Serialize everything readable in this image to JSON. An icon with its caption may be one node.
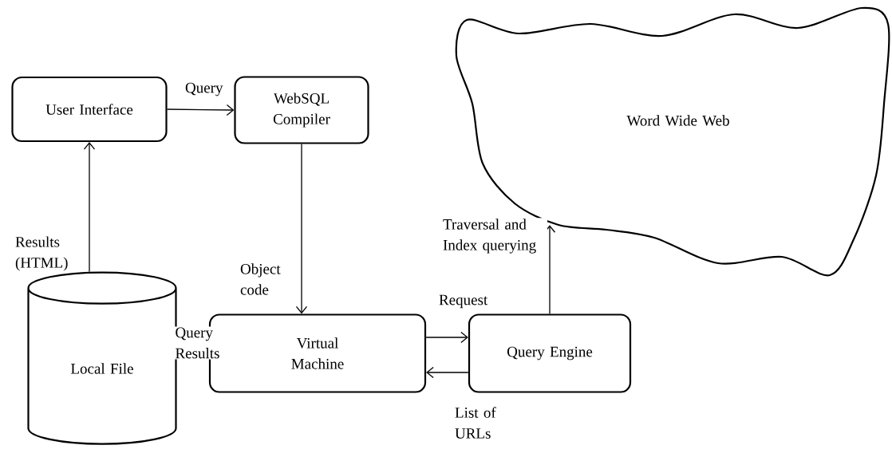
{
  "diagram": {
    "nodes": [
      {
        "text": [
          "User Interface"
        ]
      },
      {
        "text": [
          "WebSQL Compiler"
        ]
      },
      {
        "text": [
          "Word Wide Web"
        ]
      },
      {
        "text": [
          "Local File"
        ]
      },
      {
        "text": [
          "Virtual Machine"
        ]
      },
      {
        "text": [
          "Query Engine"
        ]
      }
    ],
    "edges": [
      {
        "from": 0,
        "to": 1,
        "arrow": "to",
        "label": "Query"
      },
      {
        "from": 1,
        "to": 4,
        "arrow": "to",
        "label": "Object code"
      },
      {
        "from": 3,
        "to": 0,
        "arrow": "to",
        "label": "Results (HTML)"
      },
      {
        "from": 4,
        "to": 3,
        "arrow": "to",
        "label": "Query Results"
      },
      {
        "from": 4,
        "to": 5,
        "arrow": "to",
        "label": "Request"
      },
      {
        "from": 5,
        "to": 4,
        "arrow": "to",
        "label": "List of URLs"
      },
      {
        "from": 5,
        "to": 2,
        "arrow": "to",
        "label": "Traversal and Index querying"
      }
    ]
  }
}
